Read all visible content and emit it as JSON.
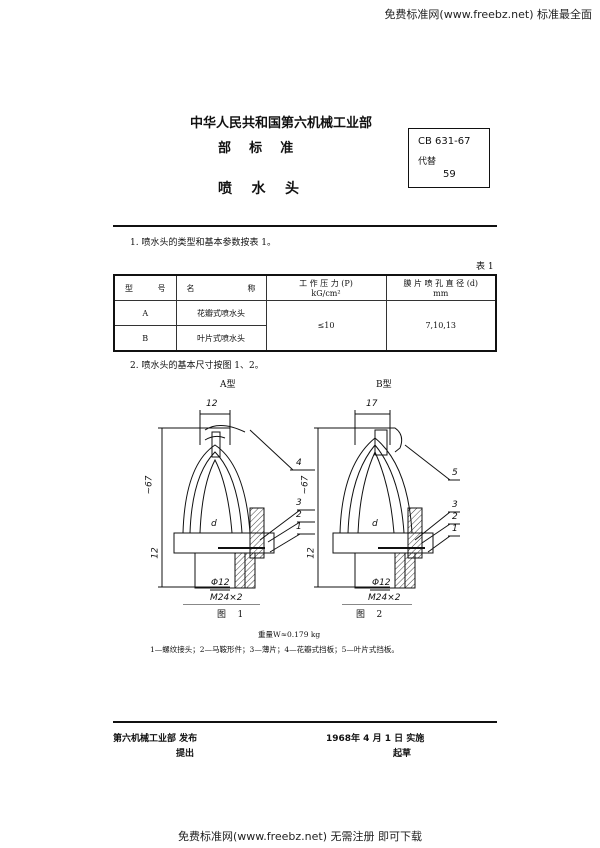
{
  "watermark_top": "免费标准网(www.freebz.net) 标准最全面",
  "header": {
    "ministry": "中华人民共和国第六机械工业部",
    "standard_type": "部    标    准",
    "title": "喷    水    头",
    "code_box": {
      "code": "CB 631-67",
      "replaces_label": "代替",
      "replaces_value": "59"
    }
  },
  "section1": "1.  喷水头的类型和基本参数按表 1。",
  "table": {
    "caption": "表 1",
    "headers": [
      {
        "a": "型",
        "b": "号"
      },
      {
        "a": "名",
        "b": "称"
      },
      {
        "main": "工  作  压  力 (P)",
        "unit": "kG/cm²"
      },
      {
        "main": "膜 片 喷 孔 直 径 (d)",
        "unit": "mm"
      }
    ],
    "rows": [
      {
        "type": "A",
        "name": "花瓣式喷水头"
      },
      {
        "type": "B",
        "name": "叶片式喷水头"
      }
    ],
    "pressure": "≤10",
    "diameter": "7,10,13"
  },
  "section2": "2.  喷水头的基本尺寸按图 1、2。",
  "figures": [
    {
      "label": "A型",
      "caption": "图    1",
      "dims": {
        "top": "12",
        "height": "~67",
        "base": "12",
        "bore": "Φ12",
        "thread": "M24×2",
        "d": "d"
      },
      "parts": [
        "4",
        "3",
        "2",
        "1"
      ]
    },
    {
      "label": "B型",
      "caption": "图    2",
      "dims": {
        "top": "17",
        "height": "~67",
        "base": "12",
        "bore": "Φ12",
        "thread": "M24×2",
        "d": "d"
      },
      "parts": [
        "5",
        "3",
        "2",
        "1"
      ]
    }
  ],
  "weight": "重量W≈0.179 kg",
  "legend": "1—螺纹接头；2—马鞍形件；3—薄片；4—花瓣式挡板；5—叶片式挡板。",
  "footer": {
    "issuer": "第六机械工业部  发布",
    "proposer": "提出",
    "effective": "1968年 4 月 1 日  实施",
    "drafter": "起草"
  },
  "watermark_bottom": "免费标准网(www.freebz.net) 无需注册 即可下载"
}
